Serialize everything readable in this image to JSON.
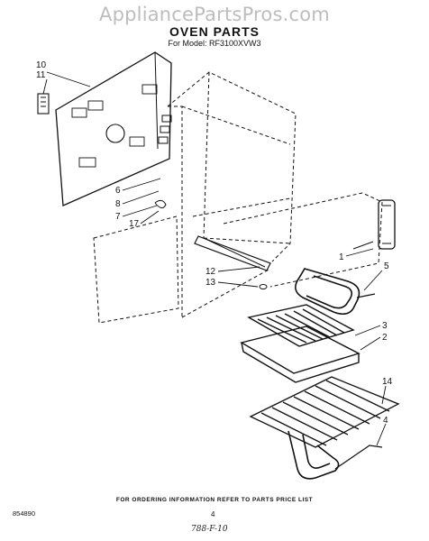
{
  "watermark": "AppliancePartsPros.com",
  "title": "OVEN PARTS",
  "model_line": "For Model: RF3100XVW3",
  "footer": {
    "ordering_note": "FOR ORDERING INFORMATION REFER TO PARTS PRICE LIST",
    "doc_number": "854890",
    "page_number": "4",
    "handwritten_note": "788-F-10"
  },
  "callouts": {
    "c10": "10",
    "c11": "11",
    "c6": "6",
    "c8": "8",
    "c7": "7",
    "c17": "17",
    "c12": "12",
    "c13": "13",
    "c1": "1",
    "c5": "5",
    "c3": "3",
    "c2": "2",
    "c14": "14",
    "c4": "4"
  }
}
